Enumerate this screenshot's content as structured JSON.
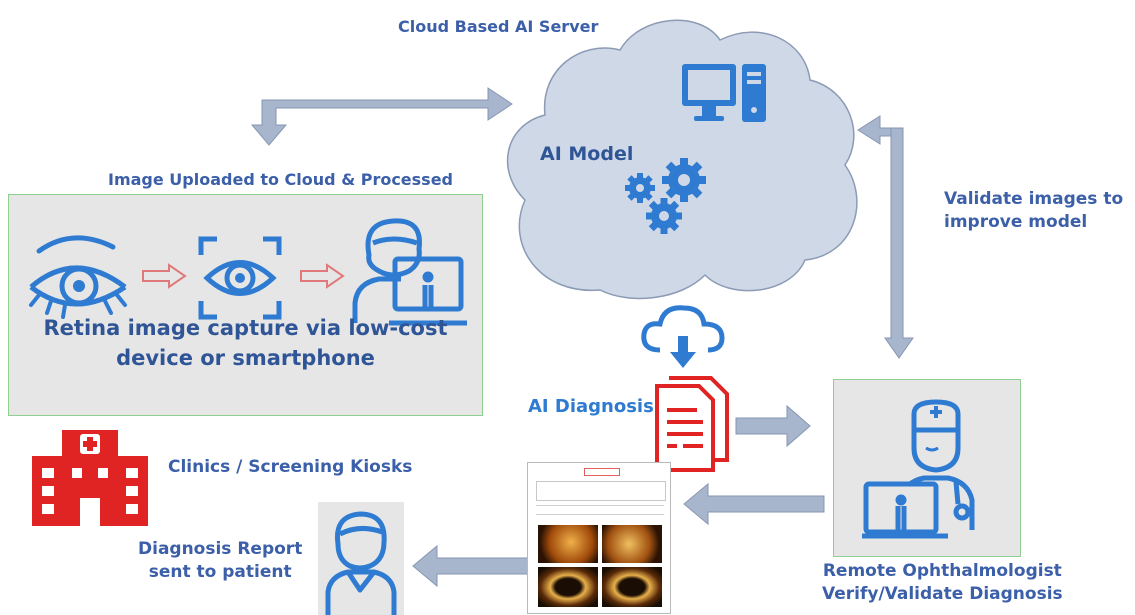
{
  "cloud": {
    "title": "Cloud Based AI Server",
    "model_label": "AI Model"
  },
  "upload_label": "Image Uploaded to Cloud & Processed",
  "capture_box": {
    "caption": "Retina image capture via low-cost\ndevice or smartphone"
  },
  "validate_label": "Validate images to\nimprove model",
  "diagnosis_label": "AI Diagnosis",
  "clinics_label": "Clinics / Screening Kiosks",
  "patient_label": "Diagnosis Report\nsent to patient",
  "ophthalmologist_label": "Remote Ophthalmologist\nVerify/Validate Diagnosis",
  "colors": {
    "label_blue": "#3b5fa8",
    "icon_blue": "#2e7bd1",
    "arrow_gray": "#a7b6cd",
    "cloud_fill": "#cfd8e6",
    "hospital_red": "#e02424",
    "doc_red": "#e02424"
  },
  "icons": [
    "eye-icon",
    "eye-scan-icon",
    "person-computer-icon",
    "monitor-icon",
    "gears-icon",
    "cloud-download-icon",
    "document-icon",
    "hospital-icon",
    "doctor-icon",
    "patient-icon",
    "report-icon"
  ]
}
